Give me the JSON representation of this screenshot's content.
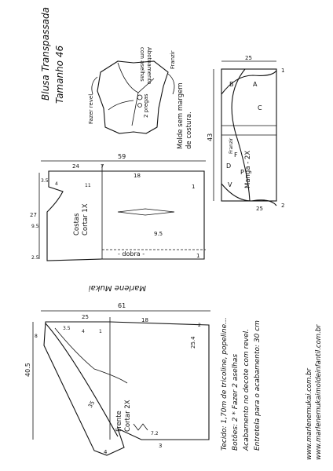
{
  "title": {
    "line1": "Blusa Transpassada",
    "line2": "Tamanho 46"
  },
  "sketch": {
    "franzir": "Franzir",
    "abotoamento": "Abotoamento",
    "com_aselhas": "com aselhas",
    "fazer_revel": "Fazer revel",
    "pregas": "2 pregas"
  },
  "molde_note": {
    "line1": "Molde sem margem",
    "line2": "de costura."
  },
  "sleeve": {
    "label": "Manga - 2X",
    "dim_25": "25",
    "dim_43": "43",
    "dim_25b": "25",
    "letters": [
      "B",
      "A",
      "C",
      "F",
      "P",
      "V",
      "D",
      "1",
      "2"
    ],
    "franzir": "Franzir"
  },
  "back": {
    "label1": "Costas",
    "label2": "Cortar 1X",
    "dobra": "- dobra -",
    "dims": [
      "59",
      "18",
      "24",
      "7",
      "4",
      "3.5",
      "27",
      "9.5",
      "2.5",
      "1",
      "11",
      "9.5",
      "1"
    ]
  },
  "front": {
    "label1": "Frente",
    "label2": "Cortar 2X",
    "dims": [
      "61",
      "18",
      "25",
      "40.5",
      "3.5",
      "25.4",
      "8",
      "4",
      "1",
      "2",
      "35",
      "4",
      "3",
      "7.2"
    ]
  },
  "signature": "Marlene Mukai",
  "notes": {
    "line1": "Tecido: 1,70m de tricoline, popeline...",
    "line2": "Botões: 2   * Fazer 2 aselhas",
    "line3": "Acabamento no decote com revel.",
    "line4": "Entretela para o acabamento: 30 cm"
  },
  "urls": {
    "line1": "www.marlenemukai.com.br",
    "line2": "www.marlenemukaimoldeinfantil.com.br"
  }
}
